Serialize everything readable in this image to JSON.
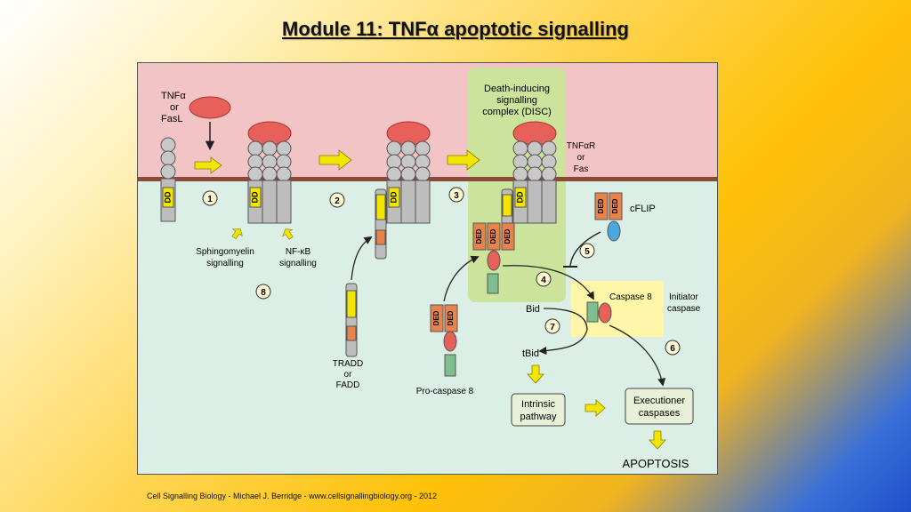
{
  "title": "Module 11: TNFα apoptotic signalling",
  "footer": "Cell Signalling Biology - Michael J. Berridge - www.cellsignallingbiology.org - 2012",
  "colors": {
    "extracellular": "#f3c4c6",
    "cytoplasm": "#dcefe6",
    "membrane": "#8a4a3a",
    "disc_highlight": "#cbe39a",
    "caspase_highlight": "#fff6a8",
    "ligand": "#e8605a",
    "receptor": "#bdbdbd",
    "death_domain": "#f2e600",
    "ded": "#e8844a",
    "yellow_arrow": "#f2e600"
  },
  "labels": {
    "ligand": [
      "TNFα",
      "or",
      "FasL"
    ],
    "receptor": [
      "TNFαR",
      "or",
      "Fas"
    ],
    "disc": [
      "Death-inducing",
      "signalling",
      "complex (DISC)"
    ],
    "dd": "DD",
    "ded": "DED",
    "sphingomyelin": [
      "Sphingomyelin",
      "signalling"
    ],
    "nfkb": [
      "NF-κB",
      "signalling"
    ],
    "tradd": [
      "TRADD",
      "or",
      "FADD"
    ],
    "procaspase": "Pro-caspase 8",
    "cflip": "cFLIP",
    "caspase8": "Caspase 8",
    "initiator": [
      "Initiator",
      "caspase"
    ],
    "bid": "Bid",
    "tbid": "tBid",
    "intrinsic": [
      "Intrinsic",
      "pathway"
    ],
    "executioner": [
      "Executioner",
      "caspases"
    ],
    "apoptosis": "APOPTOSIS"
  },
  "steps": [
    "1",
    "2",
    "3",
    "4",
    "5",
    "6",
    "7",
    "8"
  ]
}
